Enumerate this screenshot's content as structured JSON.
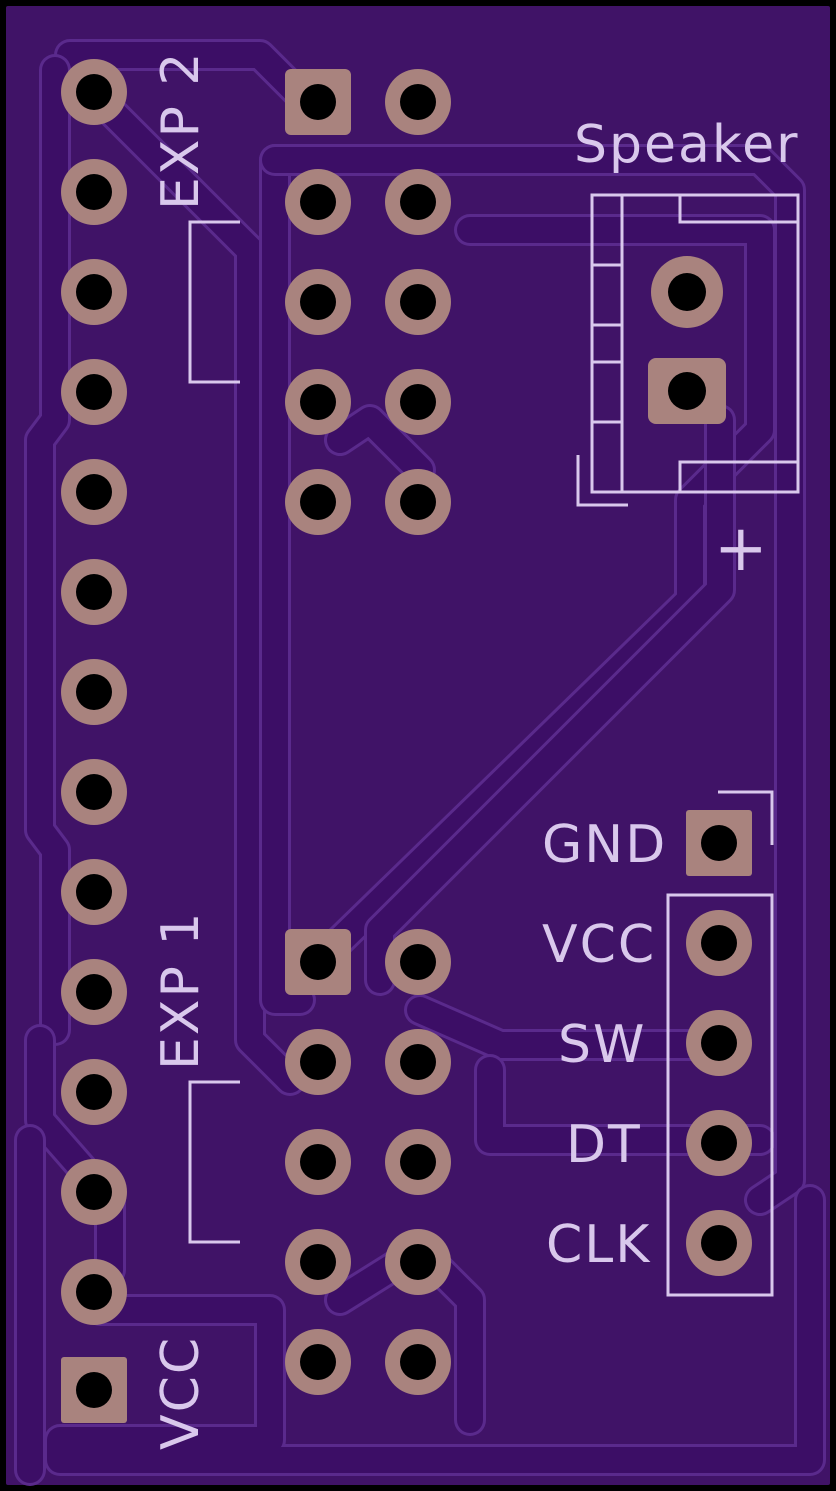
{
  "board": {
    "colors": {
      "substrate": "#000000",
      "soldermask": "#401367",
      "trace": "#3c0e66",
      "silkscreen": "#d9c8ec",
      "copper_pad": "#a9837e",
      "drill": "#000000"
    }
  },
  "labels": {
    "exp2": "EXP 2",
    "exp1": "EXP 1",
    "vcc_left": "VCC",
    "speaker": "Speaker",
    "plus": "+",
    "gnd": "GND",
    "vcc_right": "VCC",
    "sw": "SW",
    "dt": "DT",
    "clk": "CLK"
  },
  "components": {
    "left_header": {
      "pins": 14,
      "pin1_square": "bottom"
    },
    "exp2_header": {
      "pins": 10,
      "pin1_square": "top-left"
    },
    "exp1_header": {
      "pins": 10,
      "pin1_square": "top-left"
    },
    "speaker_connector": {
      "pins": 2,
      "pin1_square": "bottom"
    },
    "encoder_header": {
      "pins": 5,
      "pin1_square": "top"
    }
  }
}
